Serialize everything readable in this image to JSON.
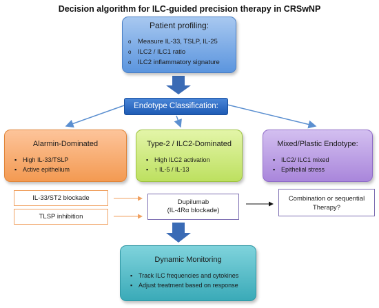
{
  "title": "Decision algorithm for ILC-guided precision therapy in CRSwNP",
  "profiling": {
    "header": "Patient profiling:",
    "items": [
      "Measure IL-33, TSLP, IL-25",
      "ILC2 / ILC1 ratio",
      "ILC2 inflammatory signature"
    ]
  },
  "classification": {
    "label": "Endotype Classification:"
  },
  "endotypes": [
    {
      "header": "Alarmin-Dominated",
      "items": [
        "High IL-33/TSLP",
        "Active epithelium"
      ],
      "color": "#f7a866"
    },
    {
      "header": "Type-2 / ILC2-Dominated",
      "items": [
        "High ILC2 activation",
        "↑ IL-5 / IL-13"
      ],
      "color": "#c9e878"
    },
    {
      "header": "Mixed/Plastic Endotype:",
      "items": [
        "ILC2/ ILC1 mixed",
        "Epithelial stress"
      ],
      "color": "#b898e2"
    }
  ],
  "therapies": {
    "st2": "IL-33/ST2 blockade",
    "tslp": "TLSP inhibition",
    "dupilumab": {
      "line1": "Dupilumab",
      "line2": "(IL-4Rα blockade)"
    },
    "combination": {
      "line1": "Combination or sequential",
      "line2": "Therapy?"
    }
  },
  "monitoring": {
    "header": "Dynamic Monitoring",
    "items": [
      "Track ILC frequencies and cytokines",
      "Adjust treatment based on response"
    ]
  },
  "colors": {
    "arrow_blue": "#3a6bb5",
    "line_blue": "#5b8fd0",
    "orange": "#f0a060",
    "black": "#111111"
  }
}
